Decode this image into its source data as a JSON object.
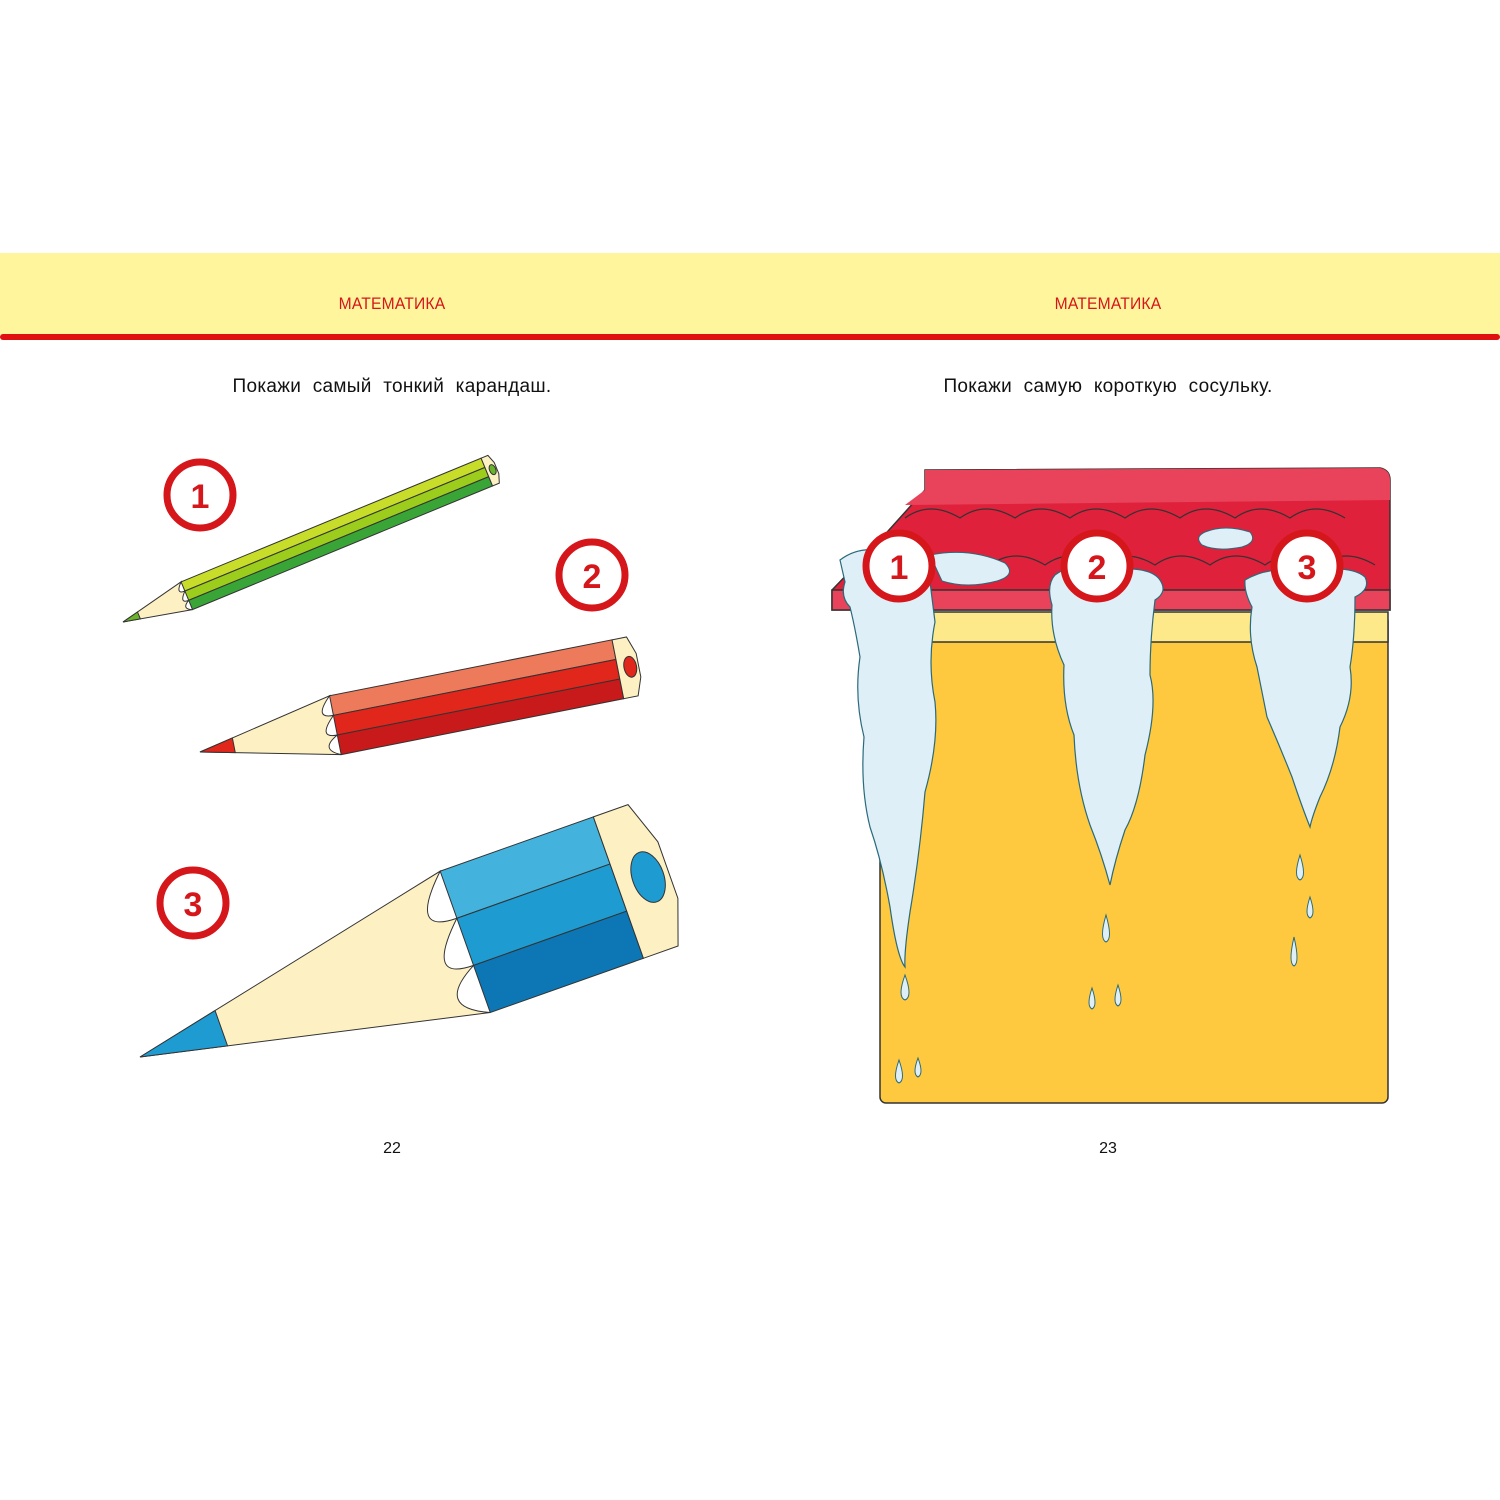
{
  "left_page": {
    "header": "МАТЕМАТИКА",
    "instruction": "Покажи самый тонкий карандаш.",
    "page_number": "22",
    "pencils": [
      {
        "label": "1",
        "body": "#9ccc1c",
        "body_dark": "#3aa537",
        "body_light": "#c8dd2a",
        "lead": "#6ab42c"
      },
      {
        "label": "2",
        "body": "#e1261c",
        "body_dark": "#c81a1a",
        "body_light": "#ee7a5c",
        "lead": "#e1261c"
      },
      {
        "label": "3",
        "body": "#1e9bd0",
        "body_dark": "#0d77b5",
        "body_light": "#43b3de",
        "lead": "#1e9bd0"
      }
    ]
  },
  "right_page": {
    "header": "МАТЕМАТИКА",
    "instruction": "Покажи самую короткую сосульку.",
    "page_number": "23",
    "icicles": [
      {
        "label": "1"
      },
      {
        "label": "2"
      },
      {
        "label": "3"
      }
    ]
  },
  "colors": {
    "accent": "#d5161a",
    "band": "#fff59d",
    "wall": "#fec93f",
    "roof": "#e0213c",
    "ice": "#deeff8",
    "wood": "#fdf1c4"
  }
}
